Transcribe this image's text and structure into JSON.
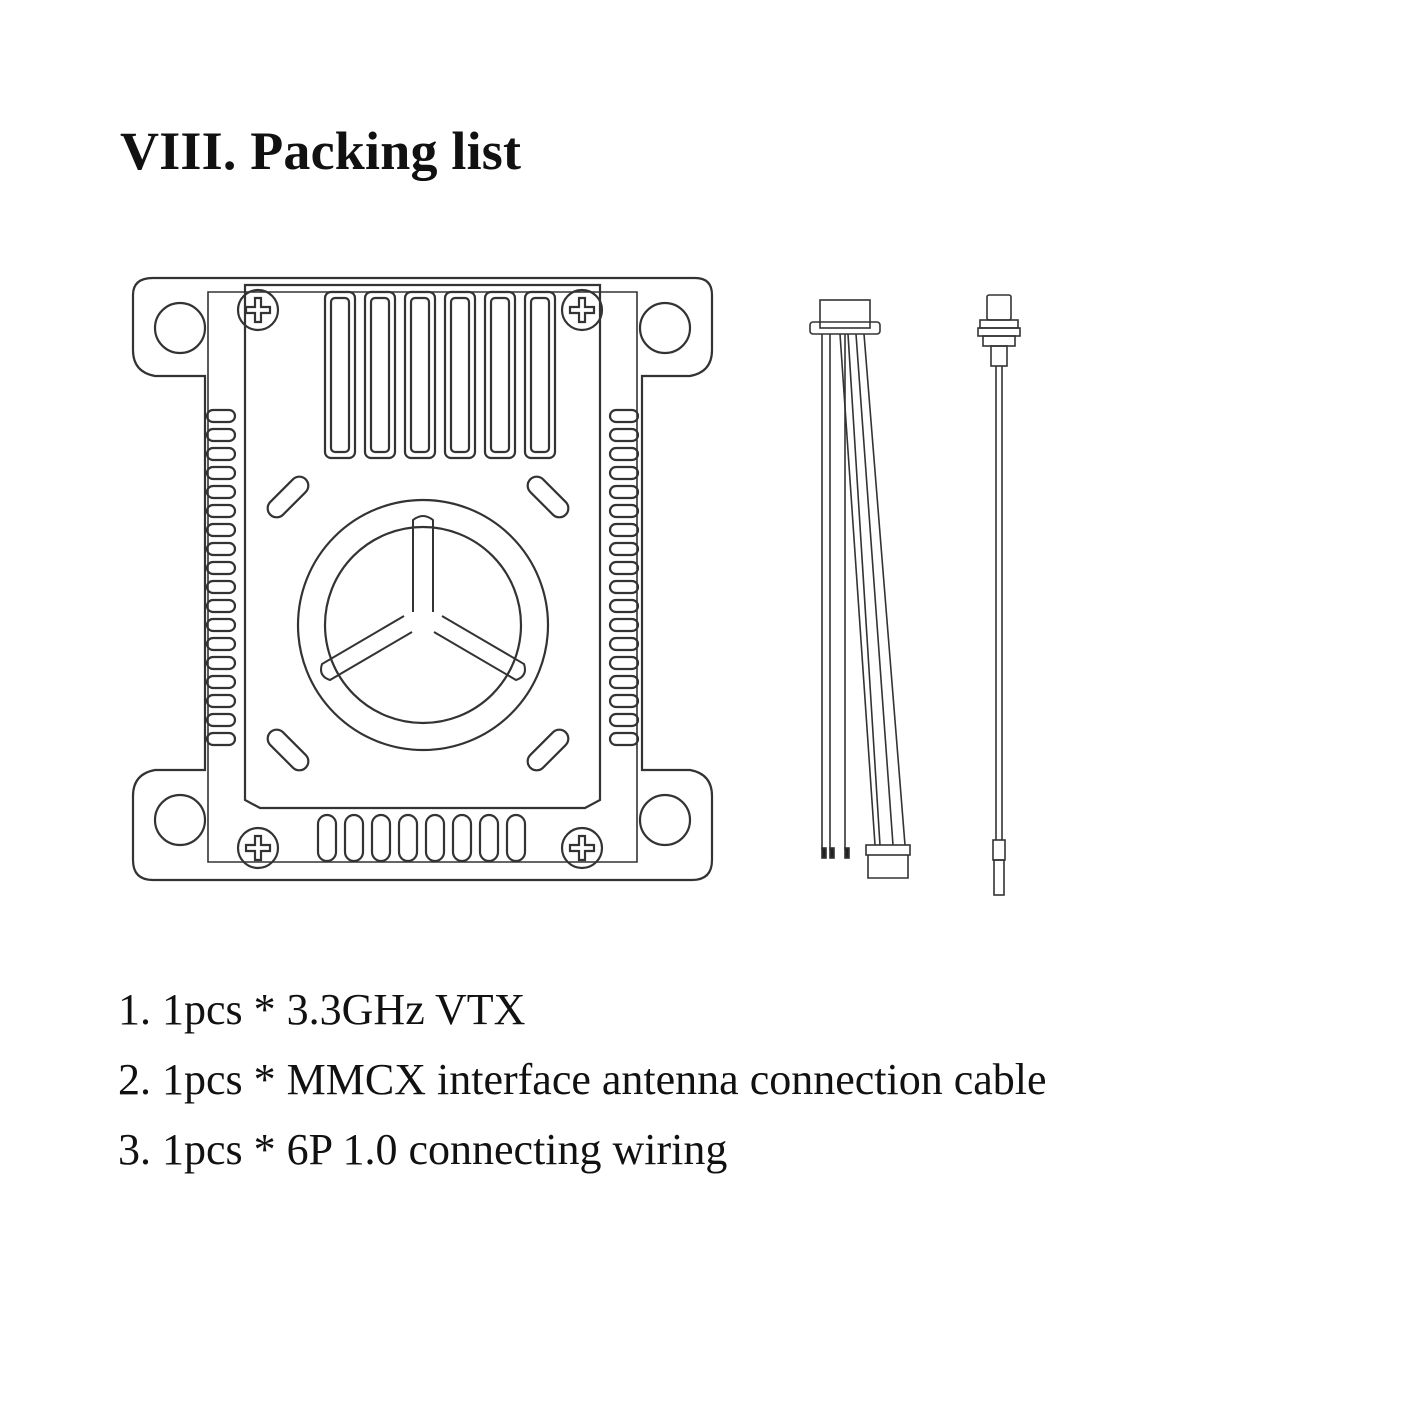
{
  "section_title": "VIII. Packing list",
  "items": [
    "1. 1pcs * 3.3GHz VTX",
    "2. 1pcs * MMCX interface antenna connection cable",
    "3. 1pcs * 6P 1.0 connecting wiring"
  ],
  "illustration": {
    "parts": [
      "vtx-unit-icon",
      "6p-wiring-icon",
      "mmcx-antenna-cable-icon"
    ],
    "line_color": "#333333"
  }
}
